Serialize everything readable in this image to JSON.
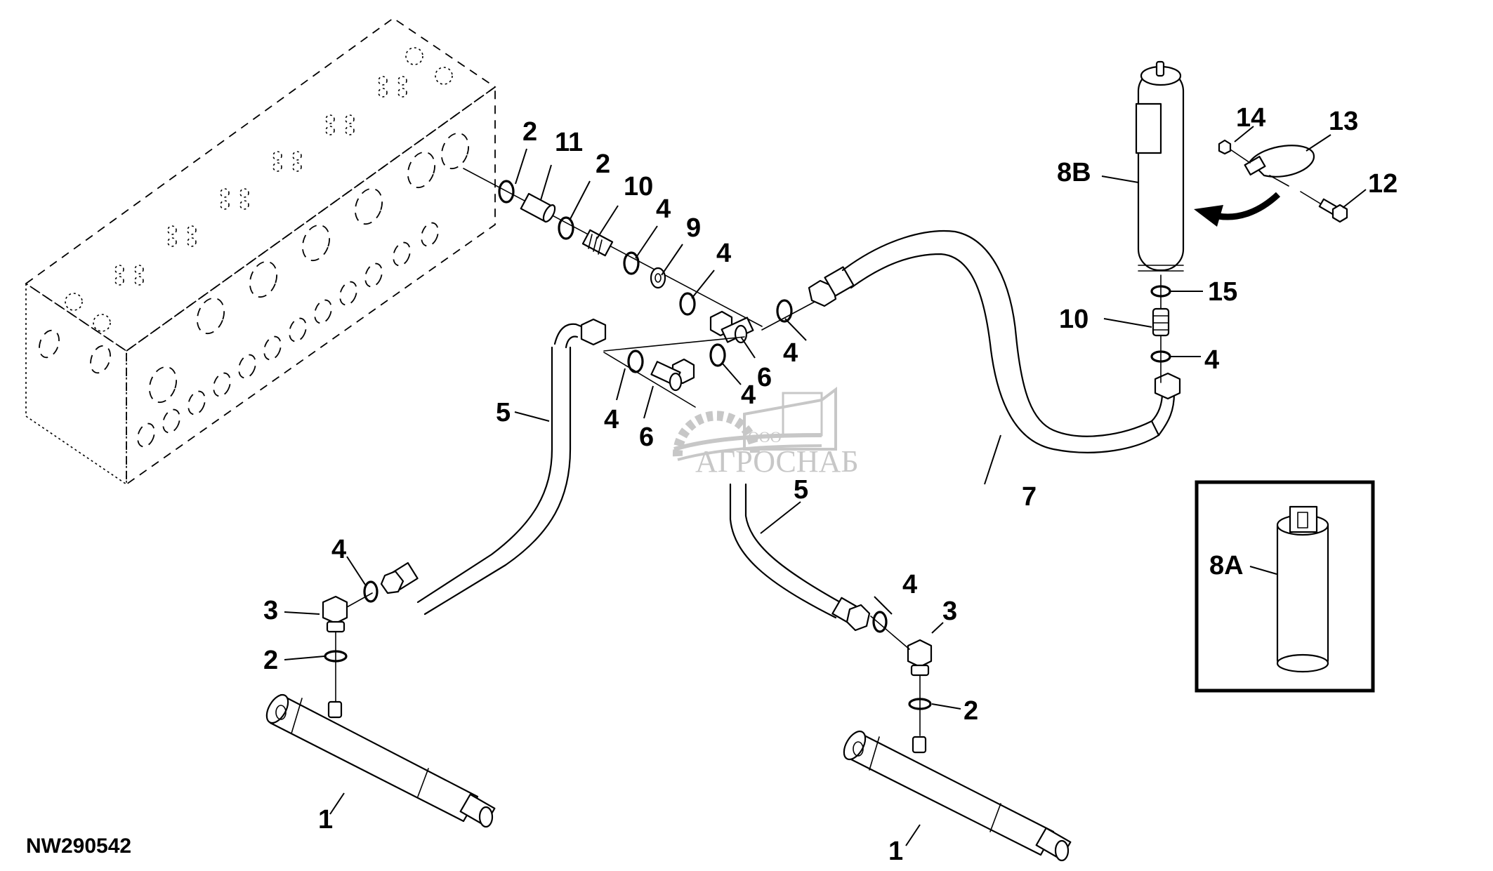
{
  "figure": {
    "id": "NW290542",
    "watermark": {
      "company_prefix": "ООО",
      "company_name": "АГРОСНАБ"
    }
  },
  "callouts": {
    "c1_left": "1",
    "c1_right": "1",
    "c2_top_a": "2",
    "c2_top_b": "2",
    "c2_left": "2",
    "c2_right": "2",
    "c3_left": "3",
    "c3_right": "3",
    "c4_a": "4",
    "c4_b": "4",
    "c4_c": "4",
    "c4_d": "4",
    "c4_e": "4",
    "c4_f": "4",
    "c4_left_cyl": "4",
    "c4_right_cyl": "4",
    "c5_left": "5",
    "c5_right": "5",
    "c6_a": "6",
    "c6_b": "6",
    "c7": "7",
    "c8a": "8A",
    "c8b": "8B",
    "c9": "9",
    "c10_a": "10",
    "c10_b": "10",
    "c11": "11",
    "c12": "12",
    "c13": "13",
    "c14": "14",
    "c15": "15"
  },
  "colors": {
    "ink": "#000000",
    "watermark": "#9a9a9a",
    "background": "#ffffff"
  }
}
